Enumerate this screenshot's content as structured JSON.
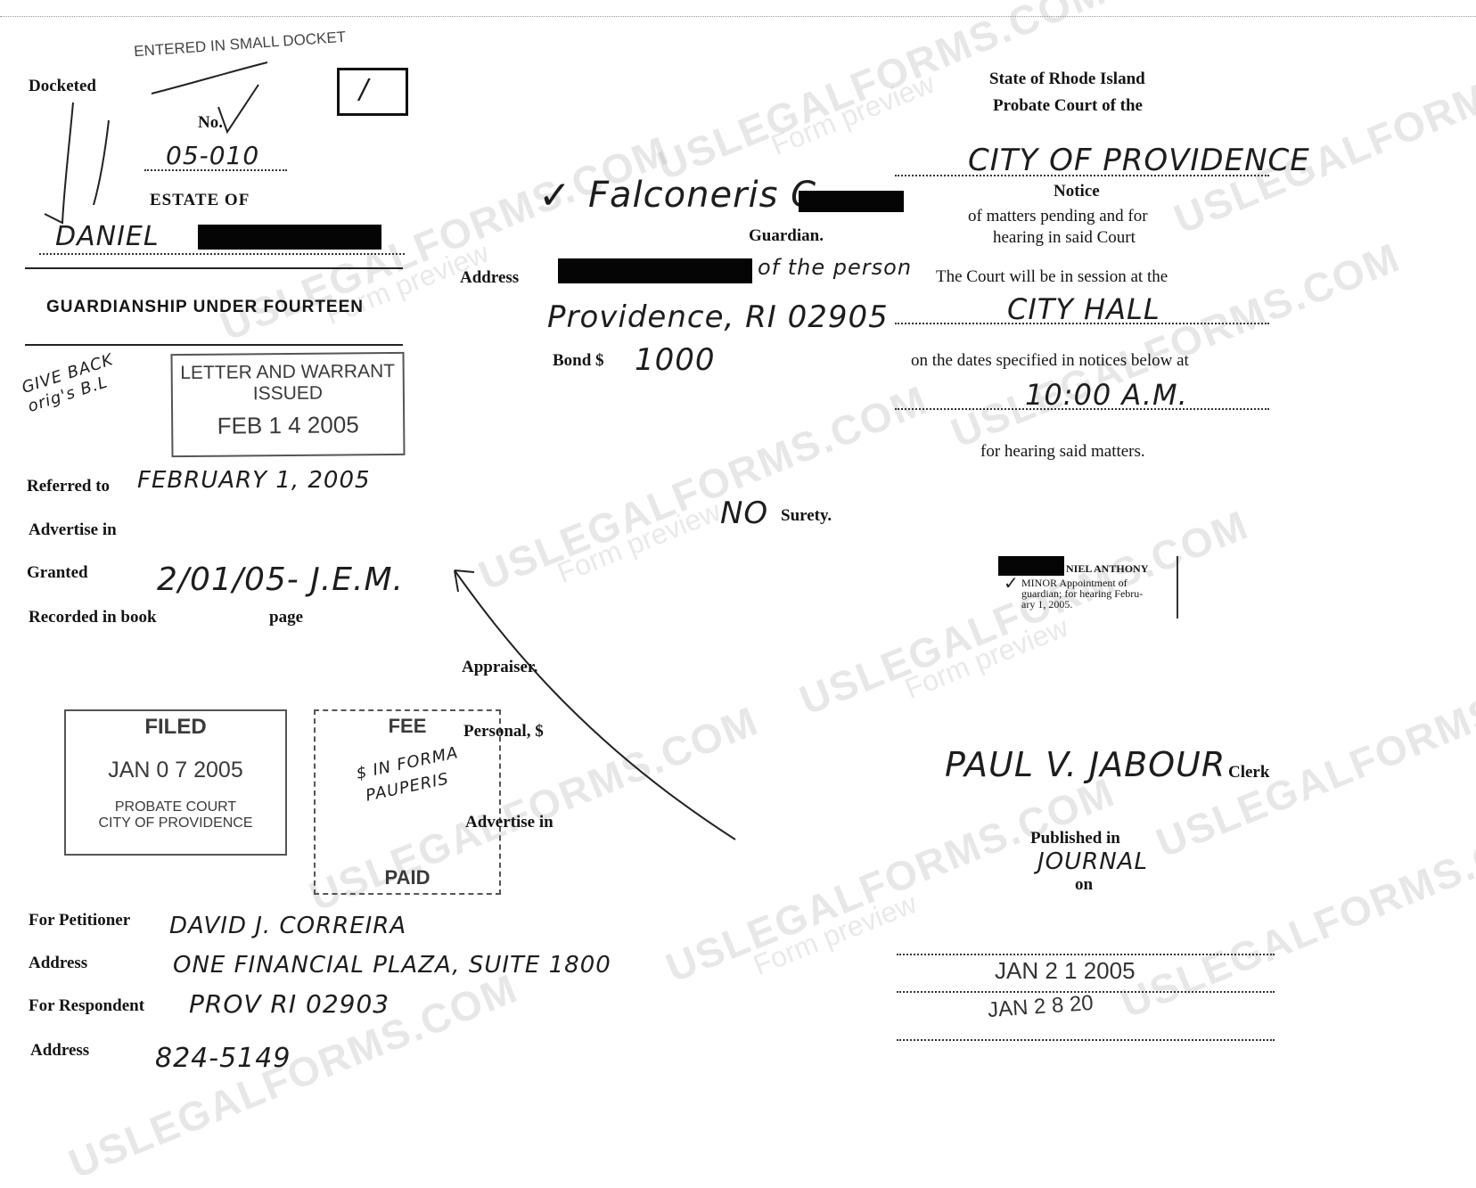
{
  "left": {
    "entered_stamp": "ENTERED IN SMALL DOCKET",
    "docketed_label": "Docketed",
    "box_mark": "/",
    "no_label": "No.",
    "docket_number": "05-010",
    "estate_label": "ESTATE OF",
    "estate_name": "DANIEL",
    "section_title": "GUARDIANSHIP UNDER FOURTEEN",
    "margin_note": "GIVE BACK orig's B.L",
    "letter_stamp": {
      "line1": "LETTER AND WARRANT",
      "line2": "ISSUED",
      "date": "FEB 1 4 2005"
    },
    "referred_label": "Referred to",
    "referred_value": "FEBRUARY 1, 2005",
    "advertise_label": "Advertise in",
    "granted_label": "Granted",
    "granted_value": "2/01/05- J.E.M.",
    "recorded_label": "Recorded in book",
    "page_label": "page",
    "filed_stamp": {
      "title": "FILED",
      "date": "JAN 0 7 2005",
      "line1": "PROBATE COURT",
      "line2": "CITY OF PROVIDENCE"
    },
    "fee_stamp": {
      "title": "FEE",
      "note1": "$ IN FORMA",
      "note2": "PAUPERIS",
      "paid": "PAID"
    },
    "petitioner_label": "For Petitioner",
    "petitioner_value": "DAVID J. CORREIRA",
    "address_label": "Address",
    "address_value": "ONE FINANCIAL PLAZA, SUITE 1800",
    "respondent_label": "For Respondent",
    "respondent_value": "PROV RI 02903",
    "address2_label": "Address",
    "address2_value": "824-5149"
  },
  "middle": {
    "guardian_value": "Falconeris C.",
    "guardian_label": "Guardian.",
    "address_label": "Address",
    "address_note": "of the person",
    "address_city": "Providence, RI 02905",
    "bond_label": "Bond $",
    "bond_value": "1000",
    "surety_value": "NO",
    "surety_label": "Surety.",
    "appraiser_label": "Appraiser.",
    "personal_label": "Personal, $",
    "advertise_label": "Advertise in"
  },
  "right": {
    "state": "State of Rhode Island",
    "court": "Probate Court of the",
    "city": "CITY OF PROVIDENCE",
    "notice": "Notice",
    "notice_line2": "of matters pending and for",
    "notice_line3": "hearing in said Court",
    "session": "The Court will be in session at the",
    "place": "CITY HALL",
    "dates_text": "on the dates specified in notices below at",
    "time": "10:00 A.M.",
    "hearing": "for hearing said matters.",
    "clipping_name": "NIEL ANTHONY",
    "clipping_l1": "MINOR Appointment of",
    "clipping_l2": "guardian; for hearing Febru-",
    "clipping_l3": "ary 1, 2005.",
    "clerk_signature": "PAUL V. JABOUR",
    "clerk_label": "Clerk",
    "published_label": "Published in",
    "journal": "JOURNAL",
    "on_label": "on",
    "pub_date1": "JAN 2 1 2005",
    "pub_date2": "JAN 2 8 20"
  },
  "watermark": {
    "brand": "USLEGALFORMS.COM",
    "sub": "Form preview"
  }
}
